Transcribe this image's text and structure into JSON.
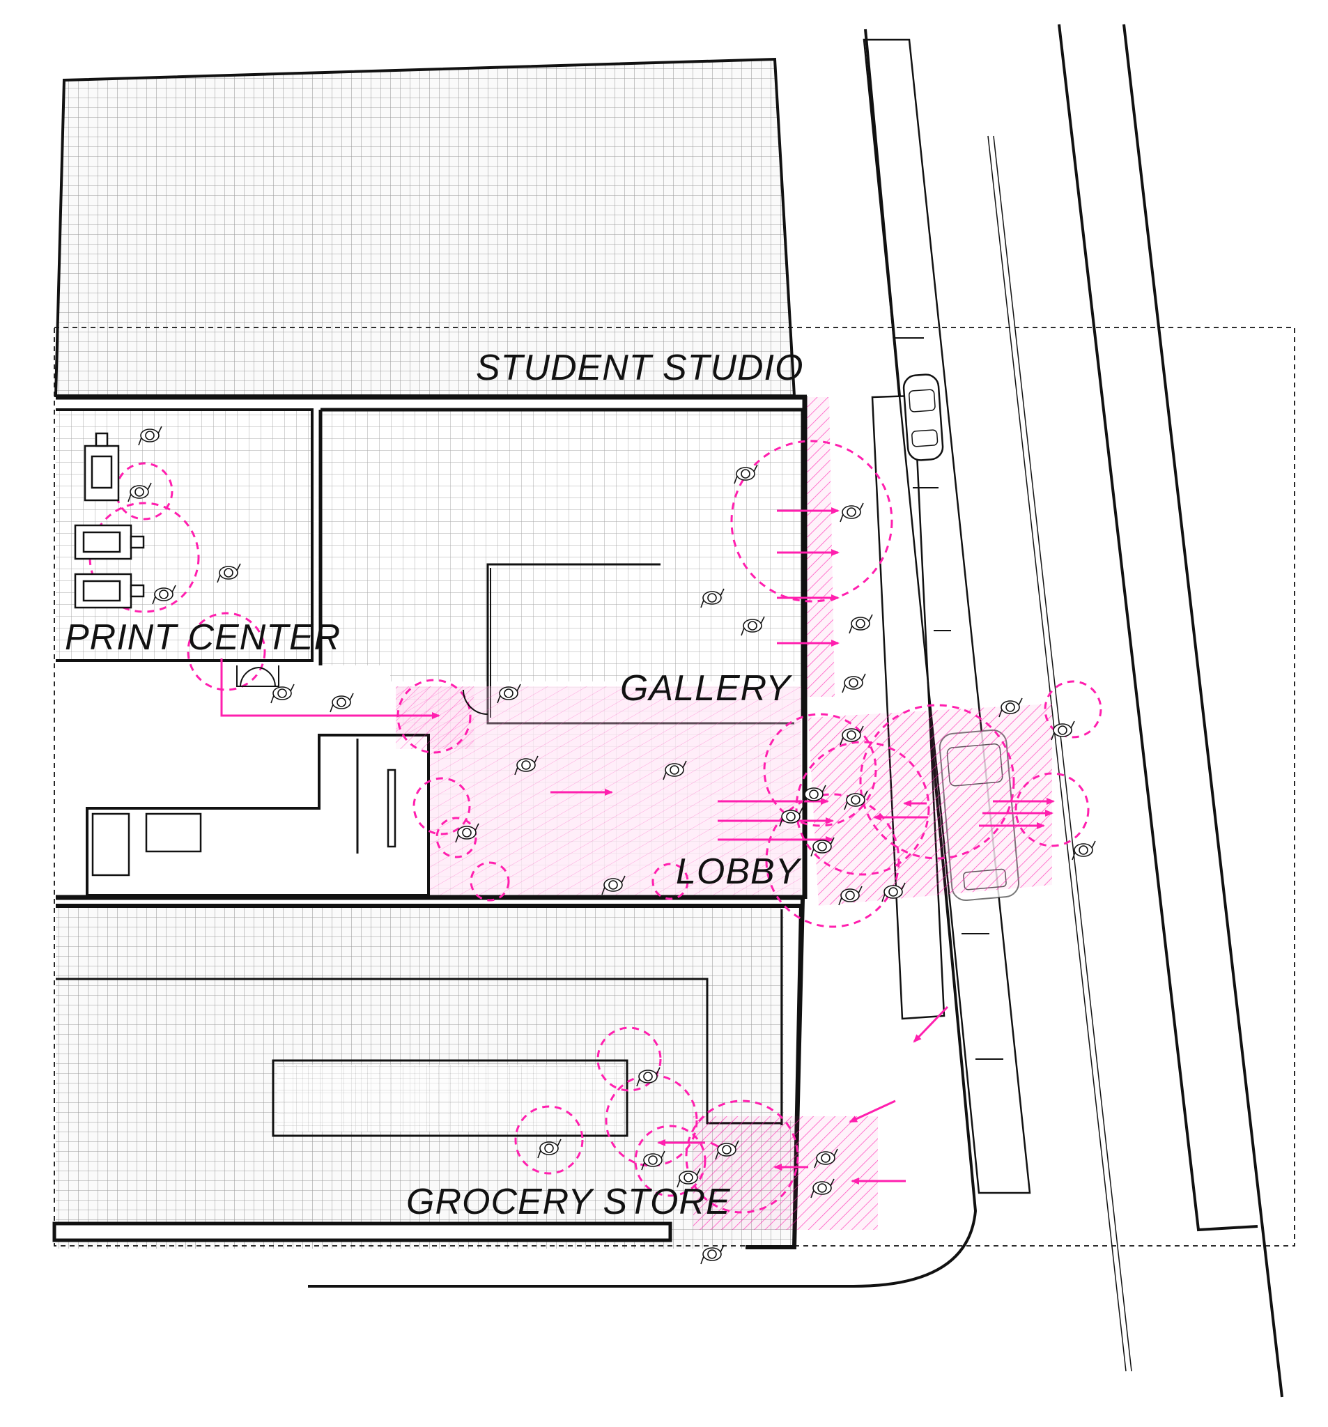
{
  "labels": {
    "student_studio": "STUDENT STUDIO",
    "print_center": "PRINT CENTER",
    "gallery": "GALLERY",
    "lobby": "LOBBY",
    "grocery_store": "GROCERY STORE"
  },
  "colors": {
    "wall": "#111111",
    "accent": "#ff1fae",
    "grid": "#9a9a9a",
    "background": "#ffffff"
  },
  "icons": {
    "person": "person-topview-icon",
    "car": "car-topview-icon",
    "van": "van-topview-icon"
  }
}
